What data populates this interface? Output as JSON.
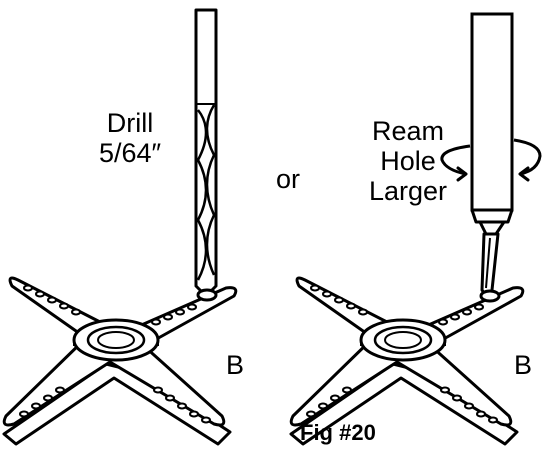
{
  "left_panel": {
    "label_line1": "Drill",
    "label_line2": "5/64″",
    "part_label": "B"
  },
  "connector_text": "or",
  "right_panel": {
    "label_line1": "Ream",
    "label_line2": "Hole",
    "label_line3": "Larger",
    "part_label": "B"
  },
  "caption": "Fig #20"
}
